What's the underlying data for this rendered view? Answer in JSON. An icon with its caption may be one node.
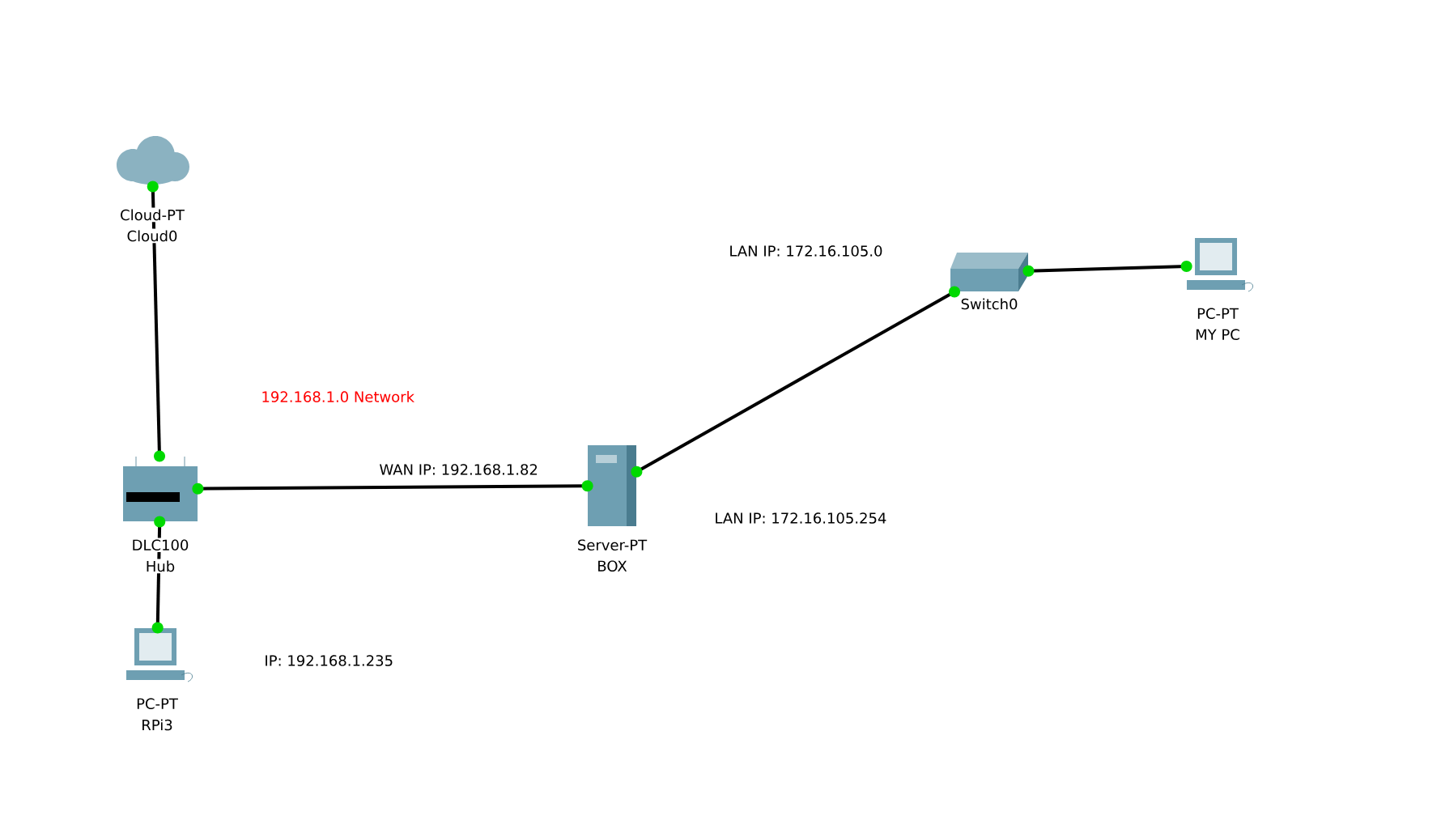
{
  "diagram": {
    "nodes": [
      {
        "text": [
          "Cloud-PT",
          "Cloud0"
        ]
      },
      {
        "text": [
          "DLC100",
          "Hub"
        ]
      },
      {
        "text": [
          "Server-PT",
          "BOX"
        ]
      },
      {
        "text": [
          "Switch0"
        ]
      },
      {
        "text": [
          "PC-PT",
          "MY PC"
        ]
      },
      {
        "text": [
          "PC-PT",
          "RPi3"
        ]
      }
    ],
    "edges": [
      {
        "from": 0,
        "to": 1,
        "arrow": "other"
      },
      {
        "from": 1,
        "to": 2,
        "arrow": "other"
      },
      {
        "from": 2,
        "to": 3,
        "arrow": "other"
      },
      {
        "from": 3,
        "to": 4,
        "arrow": "other"
      },
      {
        "from": 1,
        "to": 5,
        "arrow": "other"
      }
    ],
    "labels": [
      "LAN IP: 172.16.105.0",
      "192.168.1.0 Network",
      "WAN IP: 192.168.1.82",
      "LAN IP: 172.16.105.254",
      "IP: 192.168.1.235"
    ]
  }
}
